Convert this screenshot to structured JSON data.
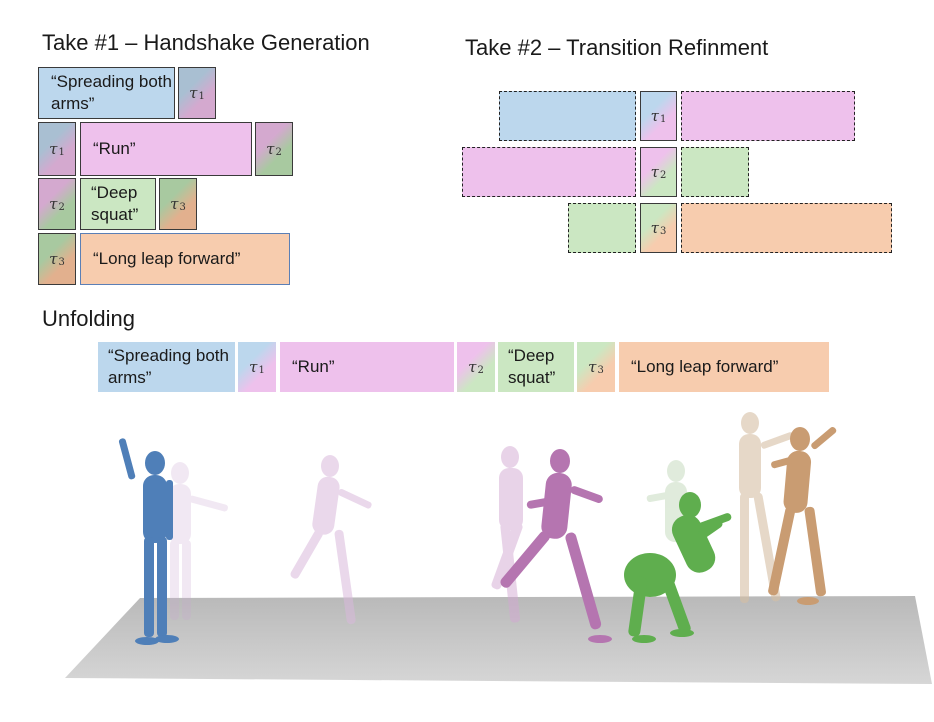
{
  "take1": {
    "title": "Take #1 – Handshake Generation",
    "rows": [
      {
        "text": "“Spreading both arms”",
        "out_tau": "τ",
        "out_sub": "1"
      },
      {
        "in_tau": "τ",
        "in_sub": "1",
        "text": "“Run”",
        "out_tau": "τ",
        "out_sub": "2"
      },
      {
        "in_tau": "τ",
        "in_sub": "2",
        "text": "“Deep squat”",
        "out_tau": "τ",
        "out_sub": "3"
      },
      {
        "in_tau": "τ",
        "in_sub": "3",
        "text": "“Long leap forward”"
      }
    ]
  },
  "take2": {
    "title": "Take #2 – Transition Refinment",
    "rows": [
      {
        "tau": "τ",
        "sub": "1"
      },
      {
        "tau": "τ",
        "sub": "2"
      },
      {
        "tau": "τ",
        "sub": "3"
      }
    ]
  },
  "unfolding": {
    "title": "Unfolding",
    "segments": [
      {
        "text": "“Spreading both arms”"
      },
      {
        "tau": "τ",
        "sub": "1"
      },
      {
        "text": "“Run”"
      },
      {
        "tau": "τ",
        "sub": "2"
      },
      {
        "text": "“Deep squat”"
      },
      {
        "tau": "τ",
        "sub": "3"
      },
      {
        "text": "“Long leap forward”"
      }
    ]
  },
  "colors": {
    "blue": "#bcd7ed",
    "pink": "#eec1ec",
    "green": "#cbe7c2",
    "orange": "#f7ccae",
    "figure_blue": "#4f7fb8",
    "figure_pink": "#b575b0",
    "figure_green": "#5fae4e",
    "figure_orange": "#c99c72",
    "floor": "#c4c4c4"
  }
}
